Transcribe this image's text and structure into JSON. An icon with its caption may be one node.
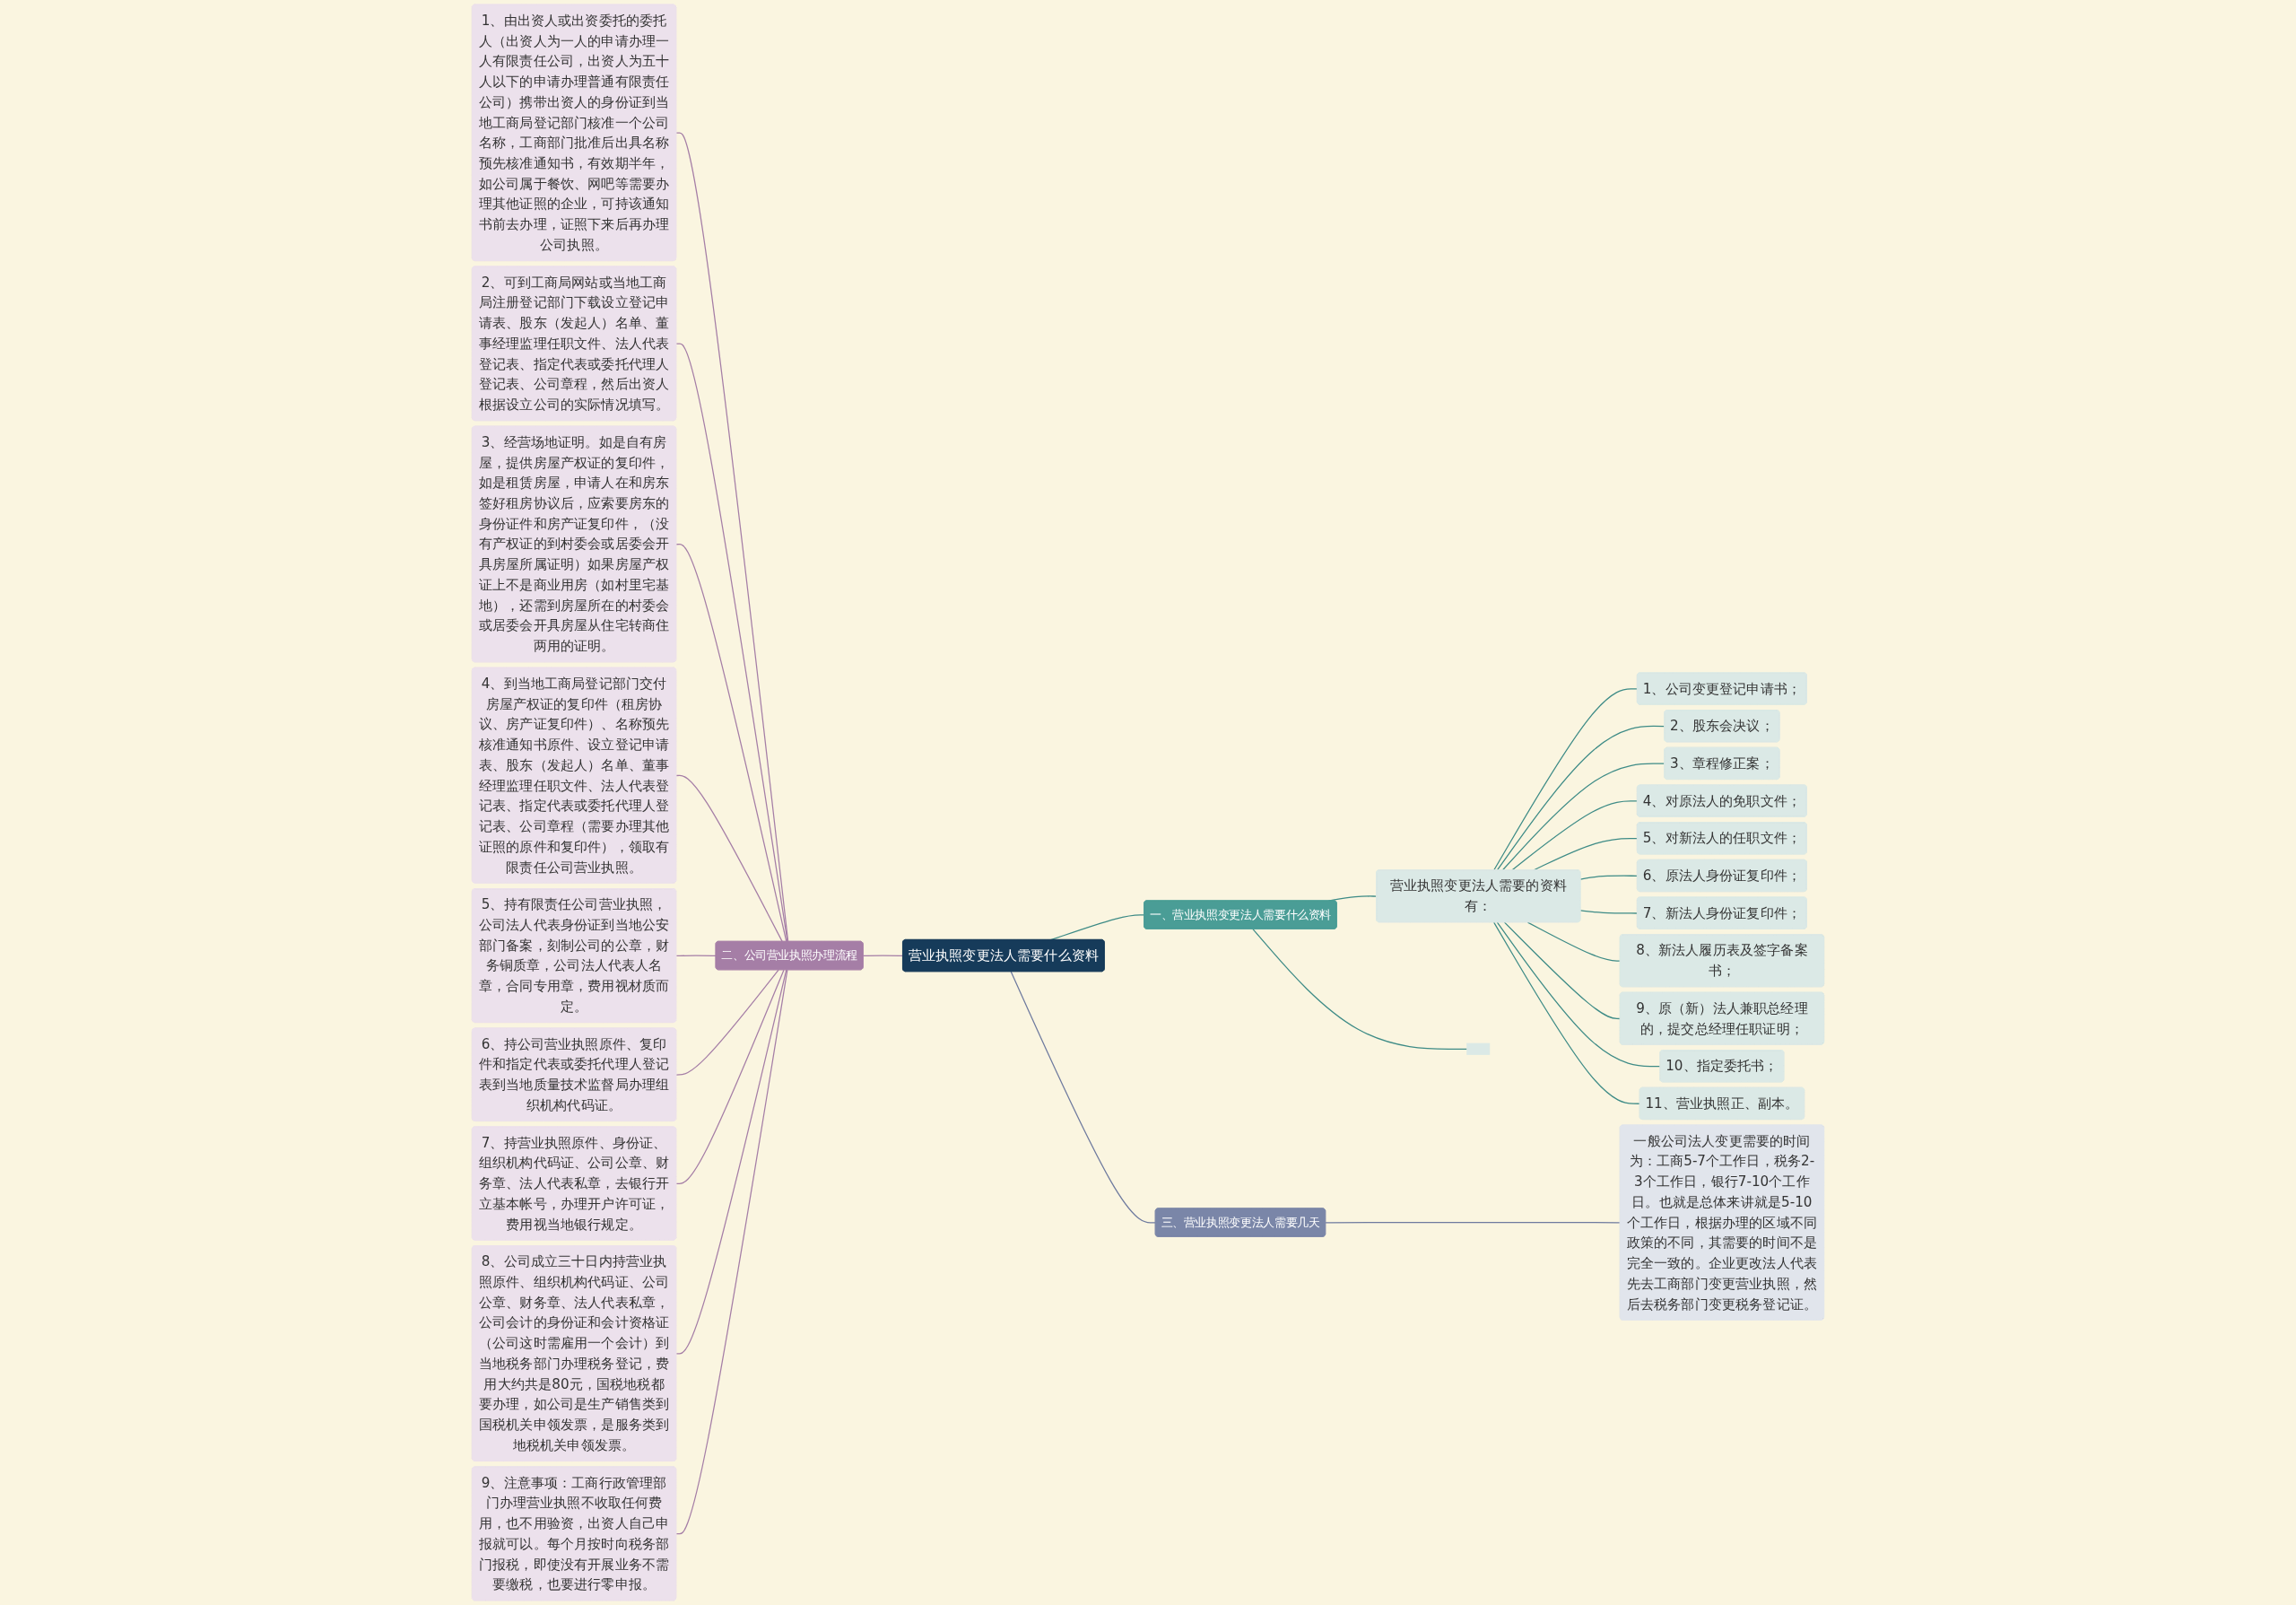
{
  "diagram": {
    "nodes": [
      {
        "text": [
          "营业执照变更法人需要什么资料"
        ]
      },
      {
        "text": [
          "一、营业执照变更法人需要什么资料"
        ]
      },
      {
        "text": [
          "营业执照变更法人需要的资料有："
        ]
      },
      {
        "text": [
          "1、公司变更登记申请书；"
        ]
      },
      {
        "text": [
          "2、股东会决议；"
        ]
      },
      {
        "text": [
          "3、章程修正案；"
        ]
      },
      {
        "text": [
          "4、对原法人的免职文件；"
        ]
      },
      {
        "text": [
          "5、对新法人的任职文件；"
        ]
      },
      {
        "text": [
          "6、原法人身份证复印件；"
        ]
      },
      {
        "text": [
          "7、新法人身份证复印件；"
        ]
      },
      {
        "text": [
          "8、新法人履历表及签字备案书；"
        ]
      },
      {
        "text": [
          "9、原（新）法人兼职总经理的，提交总经理任职证明；"
        ]
      },
      {
        "text": [
          "10、指定委托书；"
        ]
      },
      {
        "text": [
          "11、营业执照正、副本。"
        ]
      },
      {
        "text": [],
        "shape": "box"
      },
      {
        "text": [
          "二、公司营业执照办理流程"
        ]
      },
      {
        "text": [
          "1、由出资人或出资委托的委托人（出资人为一人的申请办理一人有限责任公司，出资人为五十人以下的申请办理普通有限责任公司）携带出资人的身份证到当地工商局登记部门核准一个公司名称，工商部门批准后出具名称预先核准通知书，有效期半年，如公司属于餐饮、网吧等需要办理其他证照的企业，可持该通知书前去办理，证照下来后再办理公司执照。"
        ]
      },
      {
        "text": [
          "2、可到工商局网站或当地工商局注册登记部门下载设立登记申请表、股东（发起人）名单、董事经理监理任职文件、法人代表登记表、指定代表或委托代理人登记表、公司章程，然后出资人根据设立公司的实际情况填写。"
        ]
      },
      {
        "text": [
          "3、经营场地证明。如是自有房屋，提供房屋产权证的复印件，如是租赁房屋，申请人在和房东签好租房协议后，应索要房东的身份证件和房产证复印件，（没有产权证的到村委会或居委会开具房屋所属证明）如果房屋产权证上不是商业用房（如村里宅基地），还需到房屋所在的村委会或居委会开具房屋从住宅转商住两用的证明。"
        ]
      },
      {
        "text": [
          "4、到当地工商局登记部门交付房屋产权证的复印件（租房协议、房产证复印件）、名称预先核准通知书原件、设立登记申请表、股东（发起人）名单、董事经理监理任职文件、法人代表登记表、指定代表或委托代理人登记表、公司章程（需要办理其他证照的原件和复印件），领取有限责任公司营业执照。"
        ]
      },
      {
        "text": [
          "5、持有限责任公司营业执照，公司法人代表身份证到当地公安部门备案，刻制公司的公章，财务铜质章，公司法人代表人名章，合同专用章，费用视材质而定。"
        ]
      },
      {
        "text": [
          "6、持公司营业执照原件、复印件和指定代表或委托代理人登记表到当地质量技术监督局办理组织机构代码证。"
        ]
      },
      {
        "text": [
          "7、持营业执照原件、身份证、组织机构代码证、公司公章、财务章、法人代表私章，去银行开立基本帐号，办理开户许可证，费用视当地银行规定。"
        ]
      },
      {
        "text": [
          "8、公司成立三十日内持营业执照原件、组织机构代码证、公司公章、财务章、法人代表私章，公司会计的身份证和会计资格证（公司这时需雇用一个会计）到当地税务部门办理税务登记，费用大约共是80元，国税地税都要办理，如公司是生产销售类到国税机关申领发票，是服务类到地税机关申领发票。"
        ]
      },
      {
        "text": [
          "9、注意事项：工商行政管理部门办理营业执照不收取任何费用，也不用验资，出资人自己申报就可以。每个月按时向税务部门报税，即使没有开展业务不需要缴税，也要进行零申报。"
        ]
      },
      {
        "text": [
          "三、营业执照变更法人需要几天"
        ]
      },
      {
        "text": [
          "一般公司法人变更需要的时间为：工商5-7个工作日，税务2-3个工作日，银行7-10个工作日。也就是总体来讲就是5-10个工作日，根据办理的区域不同政策的不同，其需要的时间不是完全一致的。企业更改法人代表先去工商部门变更营业执照，然后去税务部门变更税务登记证。"
        ]
      }
    ],
    "edges": [
      {
        "from": 0,
        "to": 1,
        "arrow": "none"
      },
      {
        "from": 1,
        "to": 2,
        "arrow": "none"
      },
      {
        "from": 2,
        "to": 3,
        "arrow": "none"
      },
      {
        "from": 2,
        "to": 4,
        "arrow": "none"
      },
      {
        "from": 2,
        "to": 5,
        "arrow": "none"
      },
      {
        "from": 2,
        "to": 6,
        "arrow": "none"
      },
      {
        "from": 2,
        "to": 7,
        "arrow": "none"
      },
      {
        "from": 2,
        "to": 8,
        "arrow": "none"
      },
      {
        "from": 2,
        "to": 9,
        "arrow": "none"
      },
      {
        "from": 2,
        "to": 10,
        "arrow": "none"
      },
      {
        "from": 2,
        "to": 11,
        "arrow": "none"
      },
      {
        "from": 2,
        "to": 12,
        "arrow": "none"
      },
      {
        "from": 2,
        "to": 13,
        "arrow": "none"
      },
      {
        "from": 1,
        "to": 14,
        "arrow": "none"
      },
      {
        "from": 0,
        "to": 15,
        "arrow": "none",
        "color": "#a57ea6"
      },
      {
        "from": 15,
        "to": 16,
        "arrow": "none",
        "color": "#a57ea6"
      },
      {
        "from": 15,
        "to": 17,
        "arrow": "none",
        "color": "#a57ea6"
      },
      {
        "from": 15,
        "to": 18,
        "arrow": "none",
        "color": "#a57ea6"
      },
      {
        "from": 15,
        "to": 19,
        "arrow": "none",
        "color": "#a57ea6"
      },
      {
        "from": 15,
        "to": 20,
        "arrow": "none",
        "color": "#a57ea6"
      },
      {
        "from": 15,
        "to": 21,
        "arrow": "none",
        "color": "#a57ea6"
      },
      {
        "from": 15,
        "to": 22,
        "arrow": "none",
        "color": "#a57ea6"
      },
      {
        "from": 15,
        "to": 23,
        "arrow": "none",
        "color": "#a57ea6"
      },
      {
        "from": 15,
        "to": 24,
        "arrow": "none",
        "color": "#a57ea6"
      },
      {
        "from": 0,
        "to": 25,
        "arrow": "none",
        "color": "#6e7a9e"
      },
      {
        "from": 25,
        "to": 26,
        "arrow": "none",
        "color": "#6e7a9e"
      }
    ]
  }
}
